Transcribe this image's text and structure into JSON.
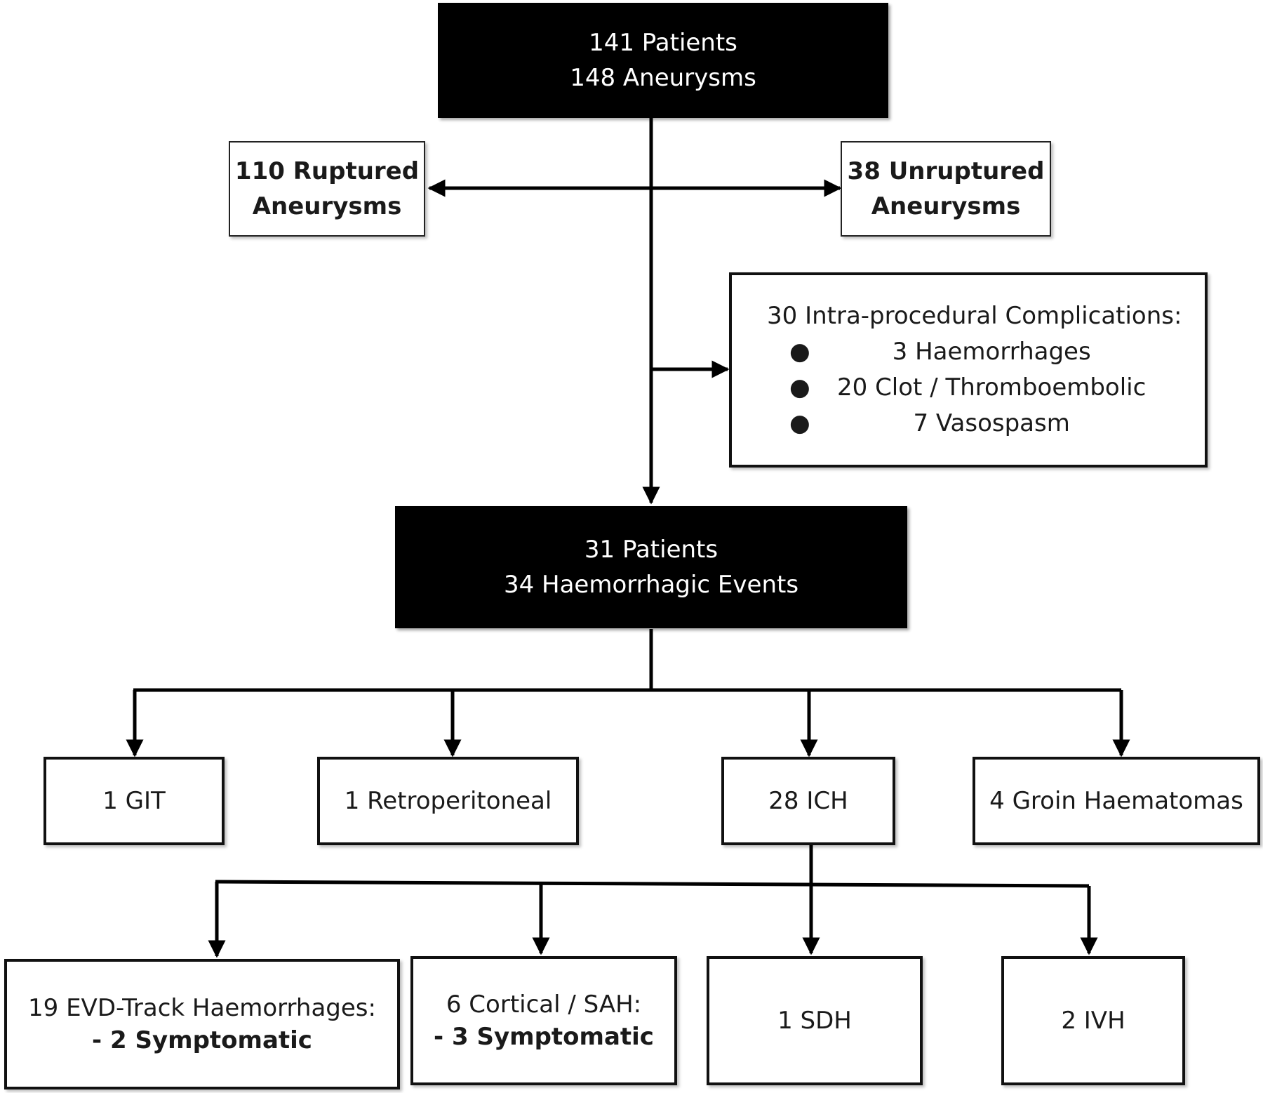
{
  "top": {
    "line1": "141 Patients",
    "line2": "148 Aneurysms"
  },
  "ruptured": {
    "line1": "110 Ruptured",
    "line2": "Aneurysms"
  },
  "unruptured": {
    "line1": "38 Unruptured",
    "line2": "Aneurysms"
  },
  "complications": {
    "title": "30 Intra-procedural Complications:",
    "items": [
      "3 Haemorrhages",
      "20 Clot / Thromboembolic",
      "7 Vasospasm"
    ]
  },
  "middle": {
    "line1": "31 Patients",
    "line2": "34 Haemorrhagic Events"
  },
  "events": [
    "1 GIT",
    "1 Retroperitoneal",
    "28 ICH",
    "4 Groin Haematomas"
  ],
  "ich": {
    "evd": {
      "line1": "19 EVD-Track Haemorrhages:",
      "line2": "- 2 Symptomatic"
    },
    "cortical": {
      "line1": "6 Cortical / SAH:",
      "line2": "- 3 Symptomatic"
    },
    "sdh": "1 SDH",
    "ivh": "2 IVH"
  }
}
